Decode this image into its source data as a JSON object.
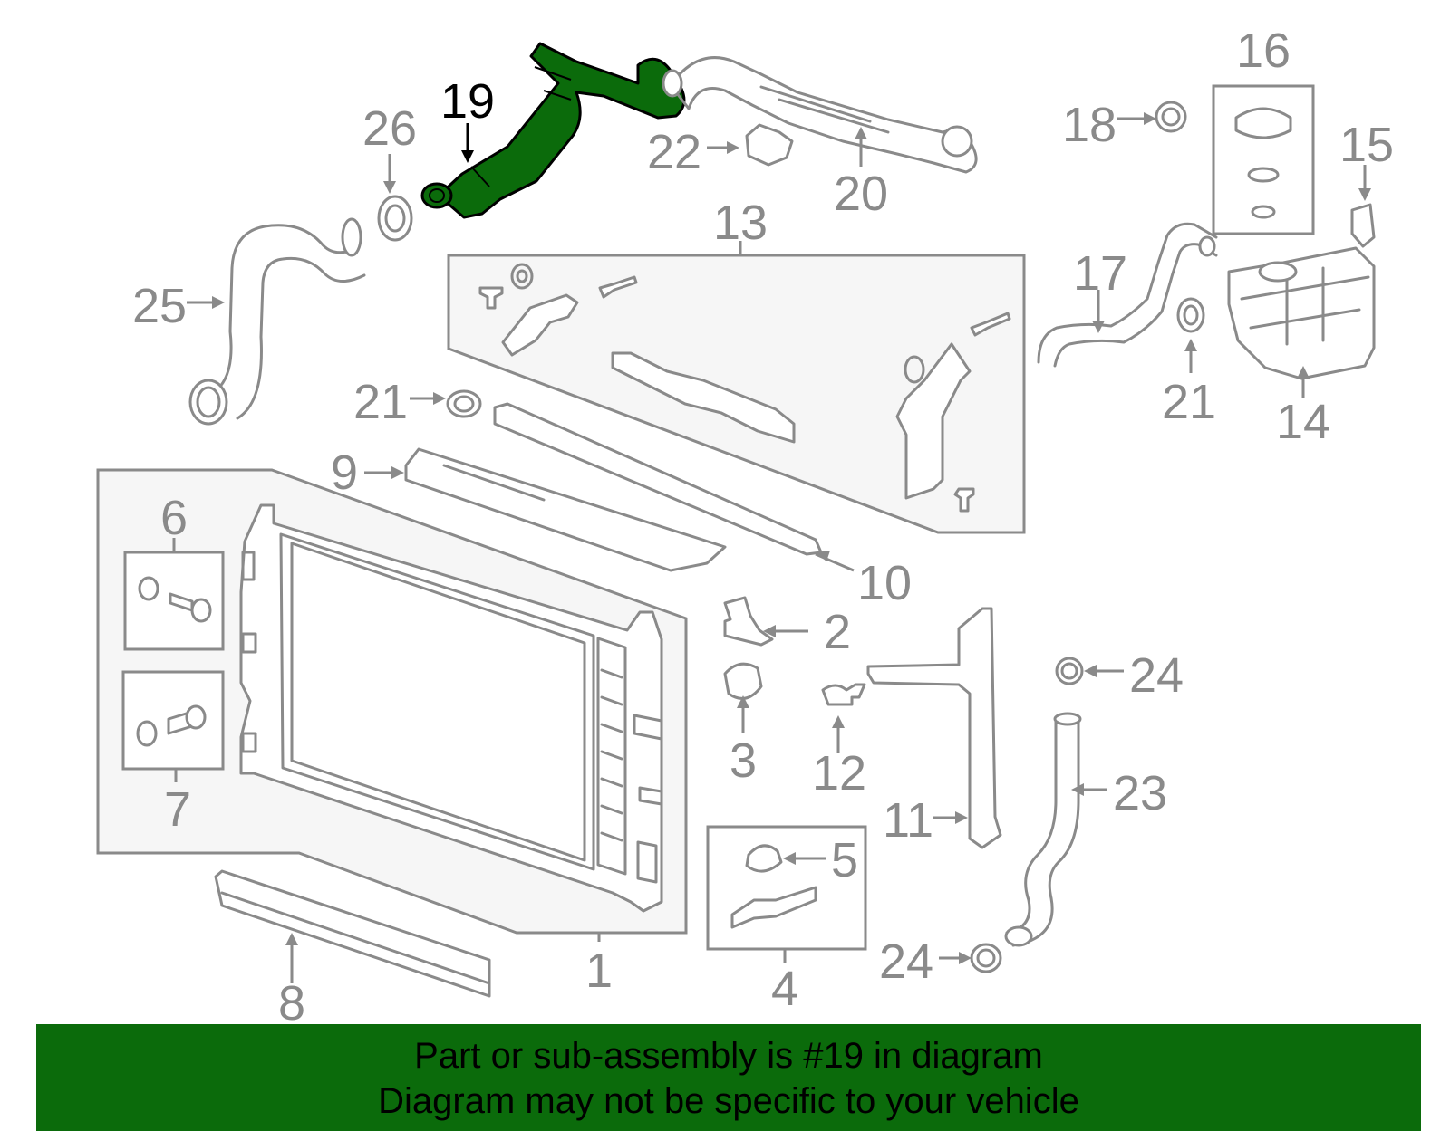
{
  "highlight": {
    "part_number": "19",
    "color": "#0b6b0b"
  },
  "labels": {
    "n1": "1",
    "n2": "2",
    "n3": "3",
    "n4": "4",
    "n5": "5",
    "n6": "6",
    "n7": "7",
    "n8": "8",
    "n9": "9",
    "n10": "10",
    "n11": "11",
    "n12": "12",
    "n13": "13",
    "n14": "14",
    "n15": "15",
    "n16": "16",
    "n17": "17",
    "n18": "18",
    "n19": "19",
    "n20": "20",
    "n21a": "21",
    "n21b": "21",
    "n22": "22",
    "n23": "23",
    "n24a": "24",
    "n24b": "24",
    "n25": "25",
    "n26": "26"
  },
  "banner": {
    "line1": "Part or sub-assembly is #19 in diagram",
    "line2": "Diagram may not be specific to your vehicle",
    "background": "#0b6b0b"
  }
}
